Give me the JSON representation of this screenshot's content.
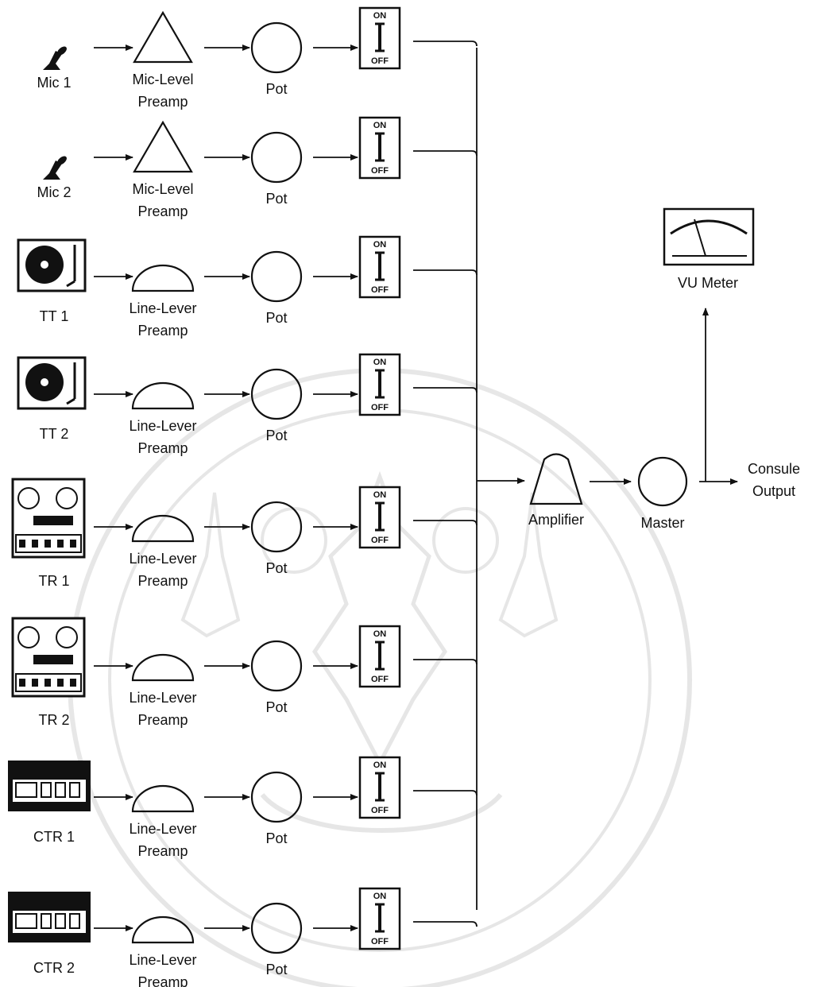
{
  "channels": [
    {
      "source": "Mic 1",
      "source_icon": "microphone-icon",
      "preamp": [
        "Mic-Level",
        "Preamp"
      ],
      "preamp_shape": "triangle",
      "pot": "Pot",
      "switch_on": "ON",
      "switch_off": "OFF"
    },
    {
      "source": "Mic 2",
      "source_icon": "microphone-icon",
      "preamp": [
        "Mic-Level",
        "Preamp"
      ],
      "preamp_shape": "triangle",
      "pot": "Pot",
      "switch_on": "ON",
      "switch_off": "OFF"
    },
    {
      "source": "TT 1",
      "source_icon": "turntable-icon",
      "preamp": [
        "Line-Lever",
        "Preamp"
      ],
      "preamp_shape": "semicircle",
      "pot": "Pot",
      "switch_on": "ON",
      "switch_off": "OFF"
    },
    {
      "source": "TT 2",
      "source_icon": "turntable-icon",
      "preamp": [
        "Line-Lever",
        "Preamp"
      ],
      "preamp_shape": "semicircle",
      "pot": "Pot",
      "switch_on": "ON",
      "switch_off": "OFF"
    },
    {
      "source": "TR 1",
      "source_icon": "tape-recorder-icon",
      "preamp": [
        "Line-Lever",
        "Preamp"
      ],
      "preamp_shape": "semicircle",
      "pot": "Pot",
      "switch_on": "ON",
      "switch_off": "OFF"
    },
    {
      "source": "TR 2",
      "source_icon": "tape-recorder-icon",
      "preamp": [
        "Line-Lever",
        "Preamp"
      ],
      "preamp_shape": "semicircle",
      "pot": "Pot",
      "switch_on": "ON",
      "switch_off": "OFF"
    },
    {
      "source": "CTR 1",
      "source_icon": "cassette-recorder-icon",
      "preamp": [
        "Line-Lever",
        "Preamp"
      ],
      "preamp_shape": "semicircle",
      "pot": "Pot",
      "switch_on": "ON",
      "switch_off": "OFF"
    },
    {
      "source": "CTR 2",
      "source_icon": "cassette-recorder-icon",
      "preamp": [
        "Line-Lever",
        "Preamp"
      ],
      "preamp_shape": "semicircle",
      "pot": "Pot",
      "switch_on": "ON",
      "switch_off": "OFF"
    }
  ],
  "amplifier": "Amplifier",
  "master": "Master",
  "vu_meter": "VU Meter",
  "output": [
    "Consule",
    "Output"
  ],
  "watermark": "seal-watermark"
}
